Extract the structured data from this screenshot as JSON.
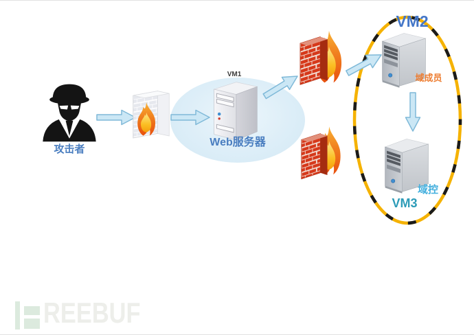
{
  "diagram_title": "attack-path-network-diagram",
  "nodes": {
    "attacker": {
      "label": "攻击者",
      "label_color": "#4a7ec0",
      "icon": "spy-silhouette-icon"
    },
    "web_server": {
      "vm_tag": "VM1",
      "label": "Web服务器",
      "label_color": "#4a7ec0",
      "icon": "tower-server-icon"
    },
    "vm2": {
      "tag": "VM2",
      "tag_color": "#4477c8",
      "role": "域成员",
      "role_color": "#ed7d31",
      "icon": "tower-server-icon"
    },
    "vm3": {
      "tag": "VM3",
      "tag_color": "#2d9cb8",
      "role": "域控",
      "role_color": "#45b0de",
      "icon": "tower-server-icon"
    }
  },
  "firewalls": [
    {
      "id": "edge-firewall",
      "style": "gray-brick-with-flame",
      "brick_color": "#e6e8ee"
    },
    {
      "id": "inner-firewall-top",
      "style": "red-brick-with-flame",
      "brick_color": "#d6391b"
    },
    {
      "id": "inner-firewall-bottom",
      "style": "red-brick-with-flame",
      "brick_color": "#d6391b"
    }
  ],
  "zones": {
    "dmz_ellipse": {
      "fill": "#ddeef8"
    },
    "domain_ellipse": {
      "stroke_yellow": "#f5b201",
      "stroke_black": "#1b1b1b",
      "style": "dashed"
    }
  },
  "arrows": {
    "fill": "#cbe7f5",
    "stroke": "#7fb9d8",
    "flow": [
      "attacker→edge-firewall",
      "edge-firewall→web-server",
      "web-server→inner-firewall-top",
      "inner-firewall-top→vm2",
      "vm2→vm3"
    ]
  },
  "flame_colors": {
    "outer_top": "#f9b234",
    "outer_bottom": "#e8500e",
    "inner": "#fbbf24"
  },
  "watermark": {
    "logo": "FREEBUF",
    "text": "REEBUF",
    "mark_color": "#dceade",
    "text_color": "#edeeea"
  }
}
